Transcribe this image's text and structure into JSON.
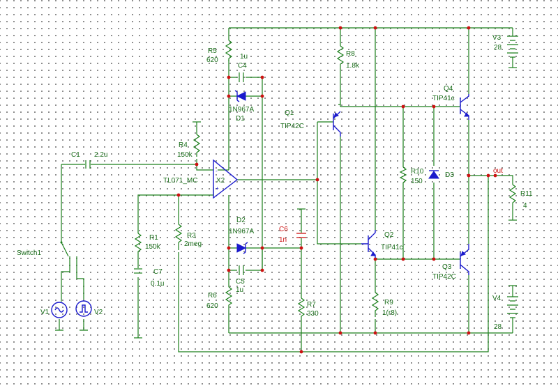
{
  "components": [
    {
      "id": "R5",
      "value": "620"
    },
    {
      "id": "C4",
      "value": "1u"
    },
    {
      "id": "D1",
      "value": "1N967A"
    },
    {
      "id": "R8",
      "value": "1.8k"
    },
    {
      "id": "V3",
      "value": "28"
    },
    {
      "id": "Q4",
      "value": "TIP41c"
    },
    {
      "id": "Q1",
      "value": "TIP42C"
    },
    {
      "id": "C1",
      "value": "2.2u"
    },
    {
      "id": "R4",
      "value": "150k"
    },
    {
      "id": "X2",
      "value": "TL071_MC"
    },
    {
      "id": "R10",
      "value": "150"
    },
    {
      "id": "D3",
      "value": ""
    },
    {
      "id": "R11",
      "value": "4"
    },
    {
      "id": "D2",
      "value": "1N967A"
    },
    {
      "id": "C6",
      "value": "1n"
    },
    {
      "id": "R1",
      "value": "150k"
    },
    {
      "id": "R3",
      "value": "2meg"
    },
    {
      "id": "C7",
      "value": "0.1u"
    },
    {
      "id": "Q2",
      "value": "TIP41c"
    },
    {
      "id": "Q3",
      "value": "TIP42C"
    },
    {
      "id": "C5",
      "value": "1u"
    },
    {
      "id": "R6",
      "value": "620"
    },
    {
      "id": "R7",
      "value": "330"
    },
    {
      "id": "R9",
      "value": "1(r8)"
    },
    {
      "id": "V4",
      "value": "28"
    },
    {
      "id": "Switch1",
      "value": ""
    },
    {
      "id": "V1",
      "value": ""
    },
    {
      "id": "V2",
      "value": ""
    }
  ],
  "net_labels": {
    "out": "out"
  },
  "colors": {
    "wire": "#1a7f1a",
    "device": "#1a1acc",
    "node": "#cc1111",
    "grid": "#6e6e6e"
  }
}
